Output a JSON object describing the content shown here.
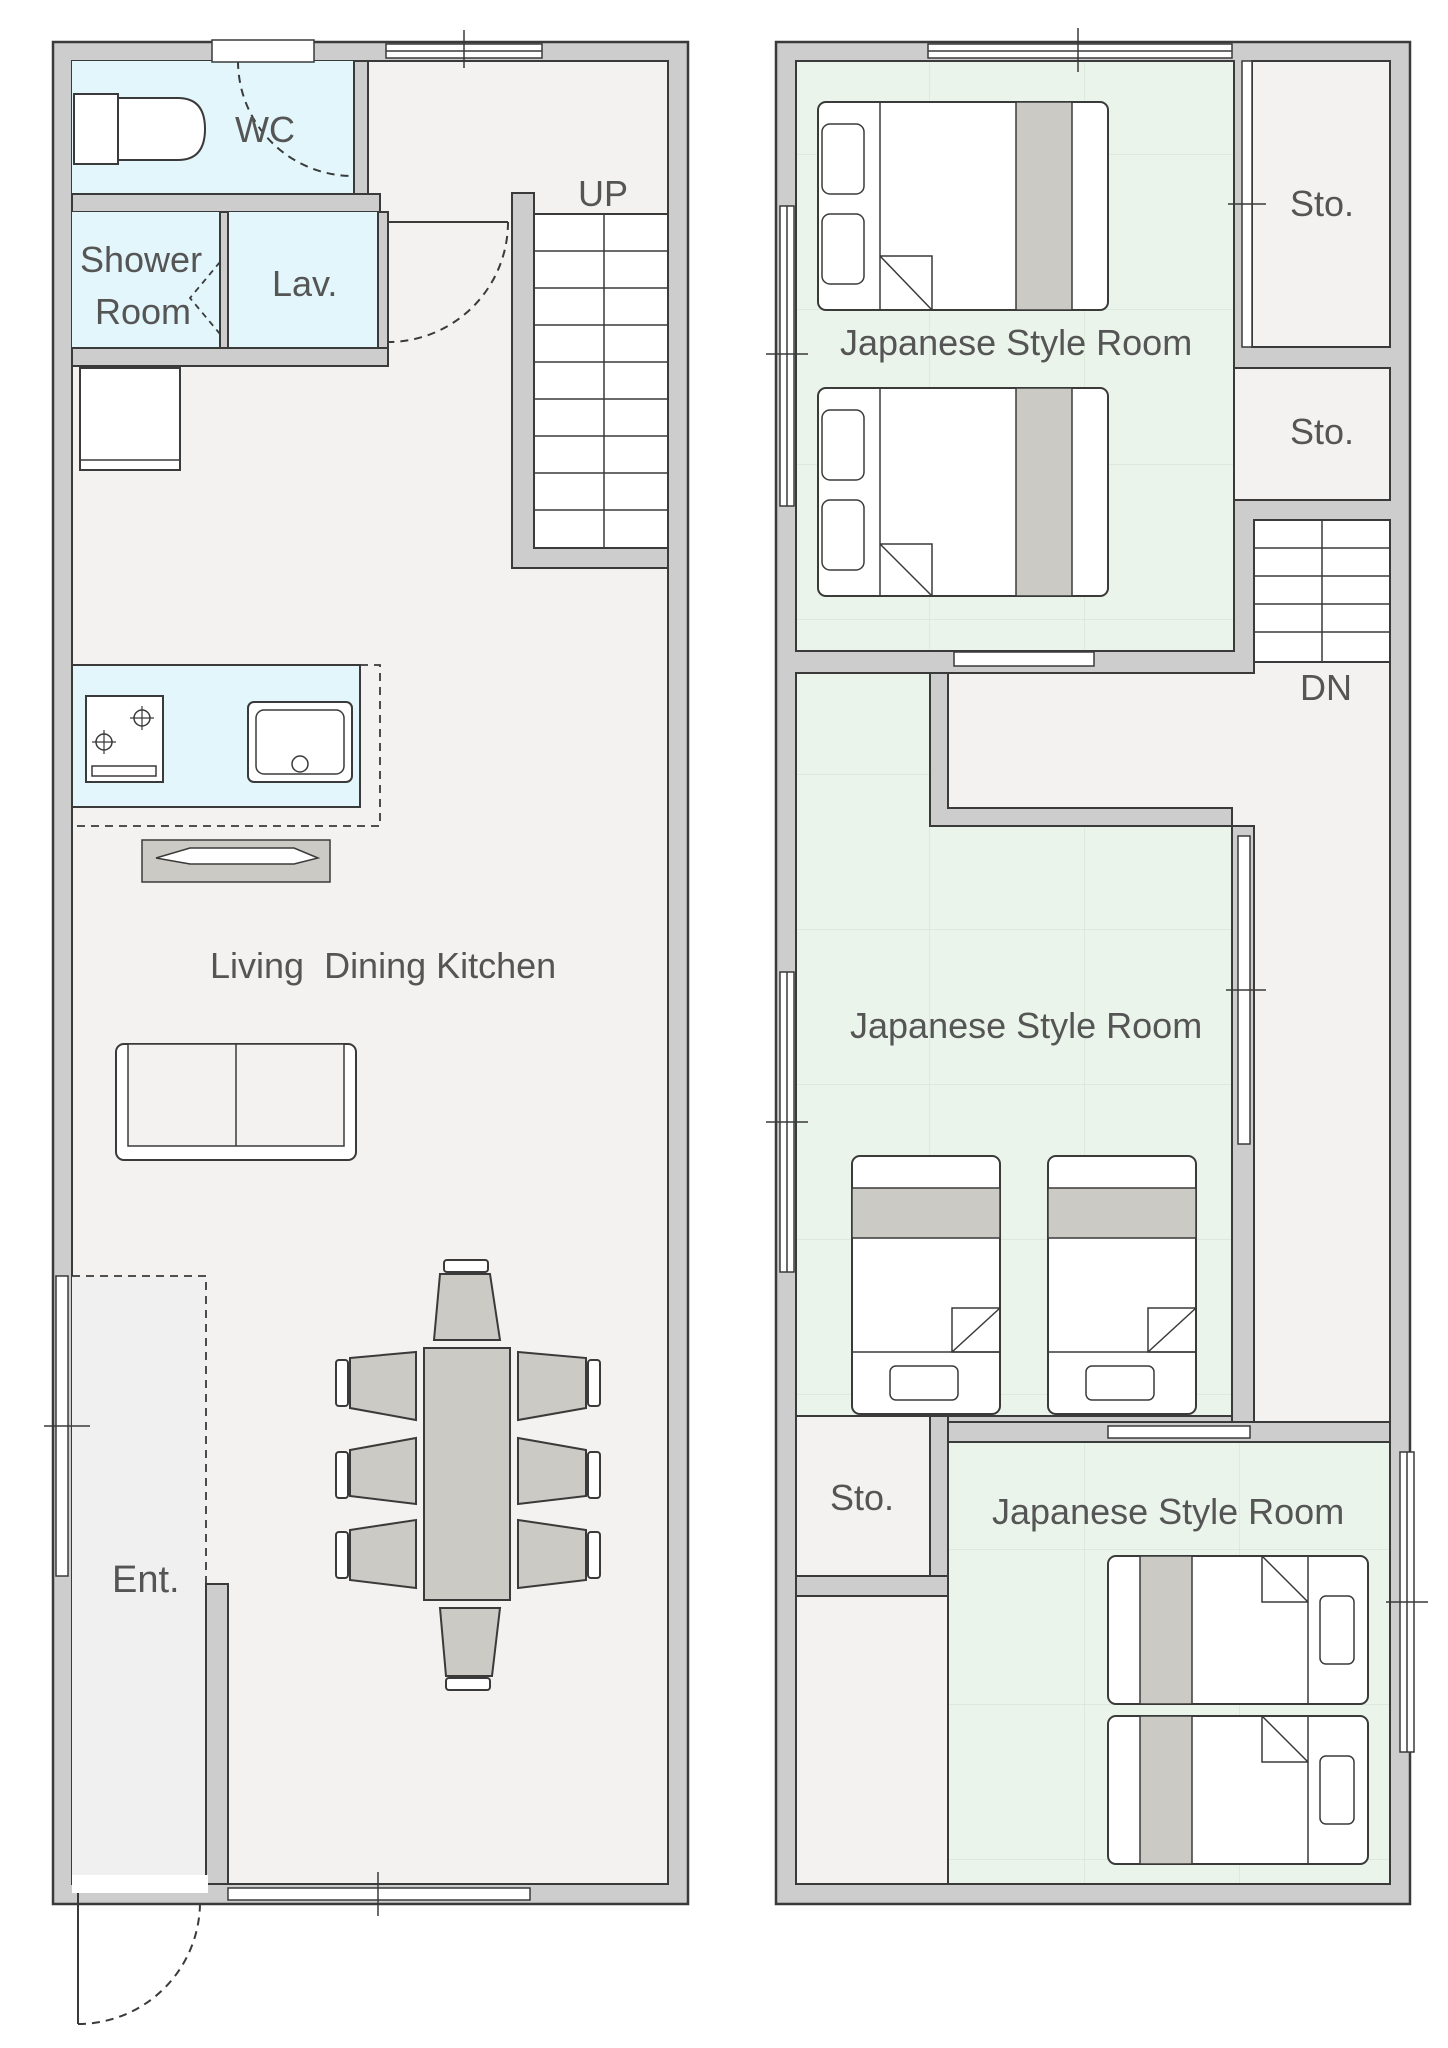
{
  "floor1": {
    "labels": {
      "wc": "WC",
      "shower_line1": "Shower",
      "shower_line2": "Room",
      "lav": "Lav.",
      "up": "UP",
      "ldk": "Living  Dining Kitchen",
      "ent": "Ent."
    }
  },
  "floor2": {
    "labels": {
      "jroom_top": "Japanese Style Room",
      "sto_1": "Sto.",
      "sto_2": "Sto.",
      "dn": "DN",
      "jroom_middle": "Japanese Style Room",
      "sto_3": "Sto.",
      "jroom_bottom": "Japanese Style Room"
    }
  },
  "colors": {
    "wall": "#cdcdcd",
    "wall_outline": "#3a3a3a",
    "floor": "#f3f2f0",
    "wet_area": "#e2f6fb",
    "tatami": "#eaf4ea",
    "furniture_fill": "#cbcac4",
    "text": "#555555"
  },
  "icons": [
    "toilet-icon",
    "stove-icon",
    "sink-icon",
    "stairs-icon",
    "bed-icon",
    "sofa-icon",
    "dining-table-icon",
    "chair-icon",
    "door-swing-icon",
    "window-icon"
  ]
}
